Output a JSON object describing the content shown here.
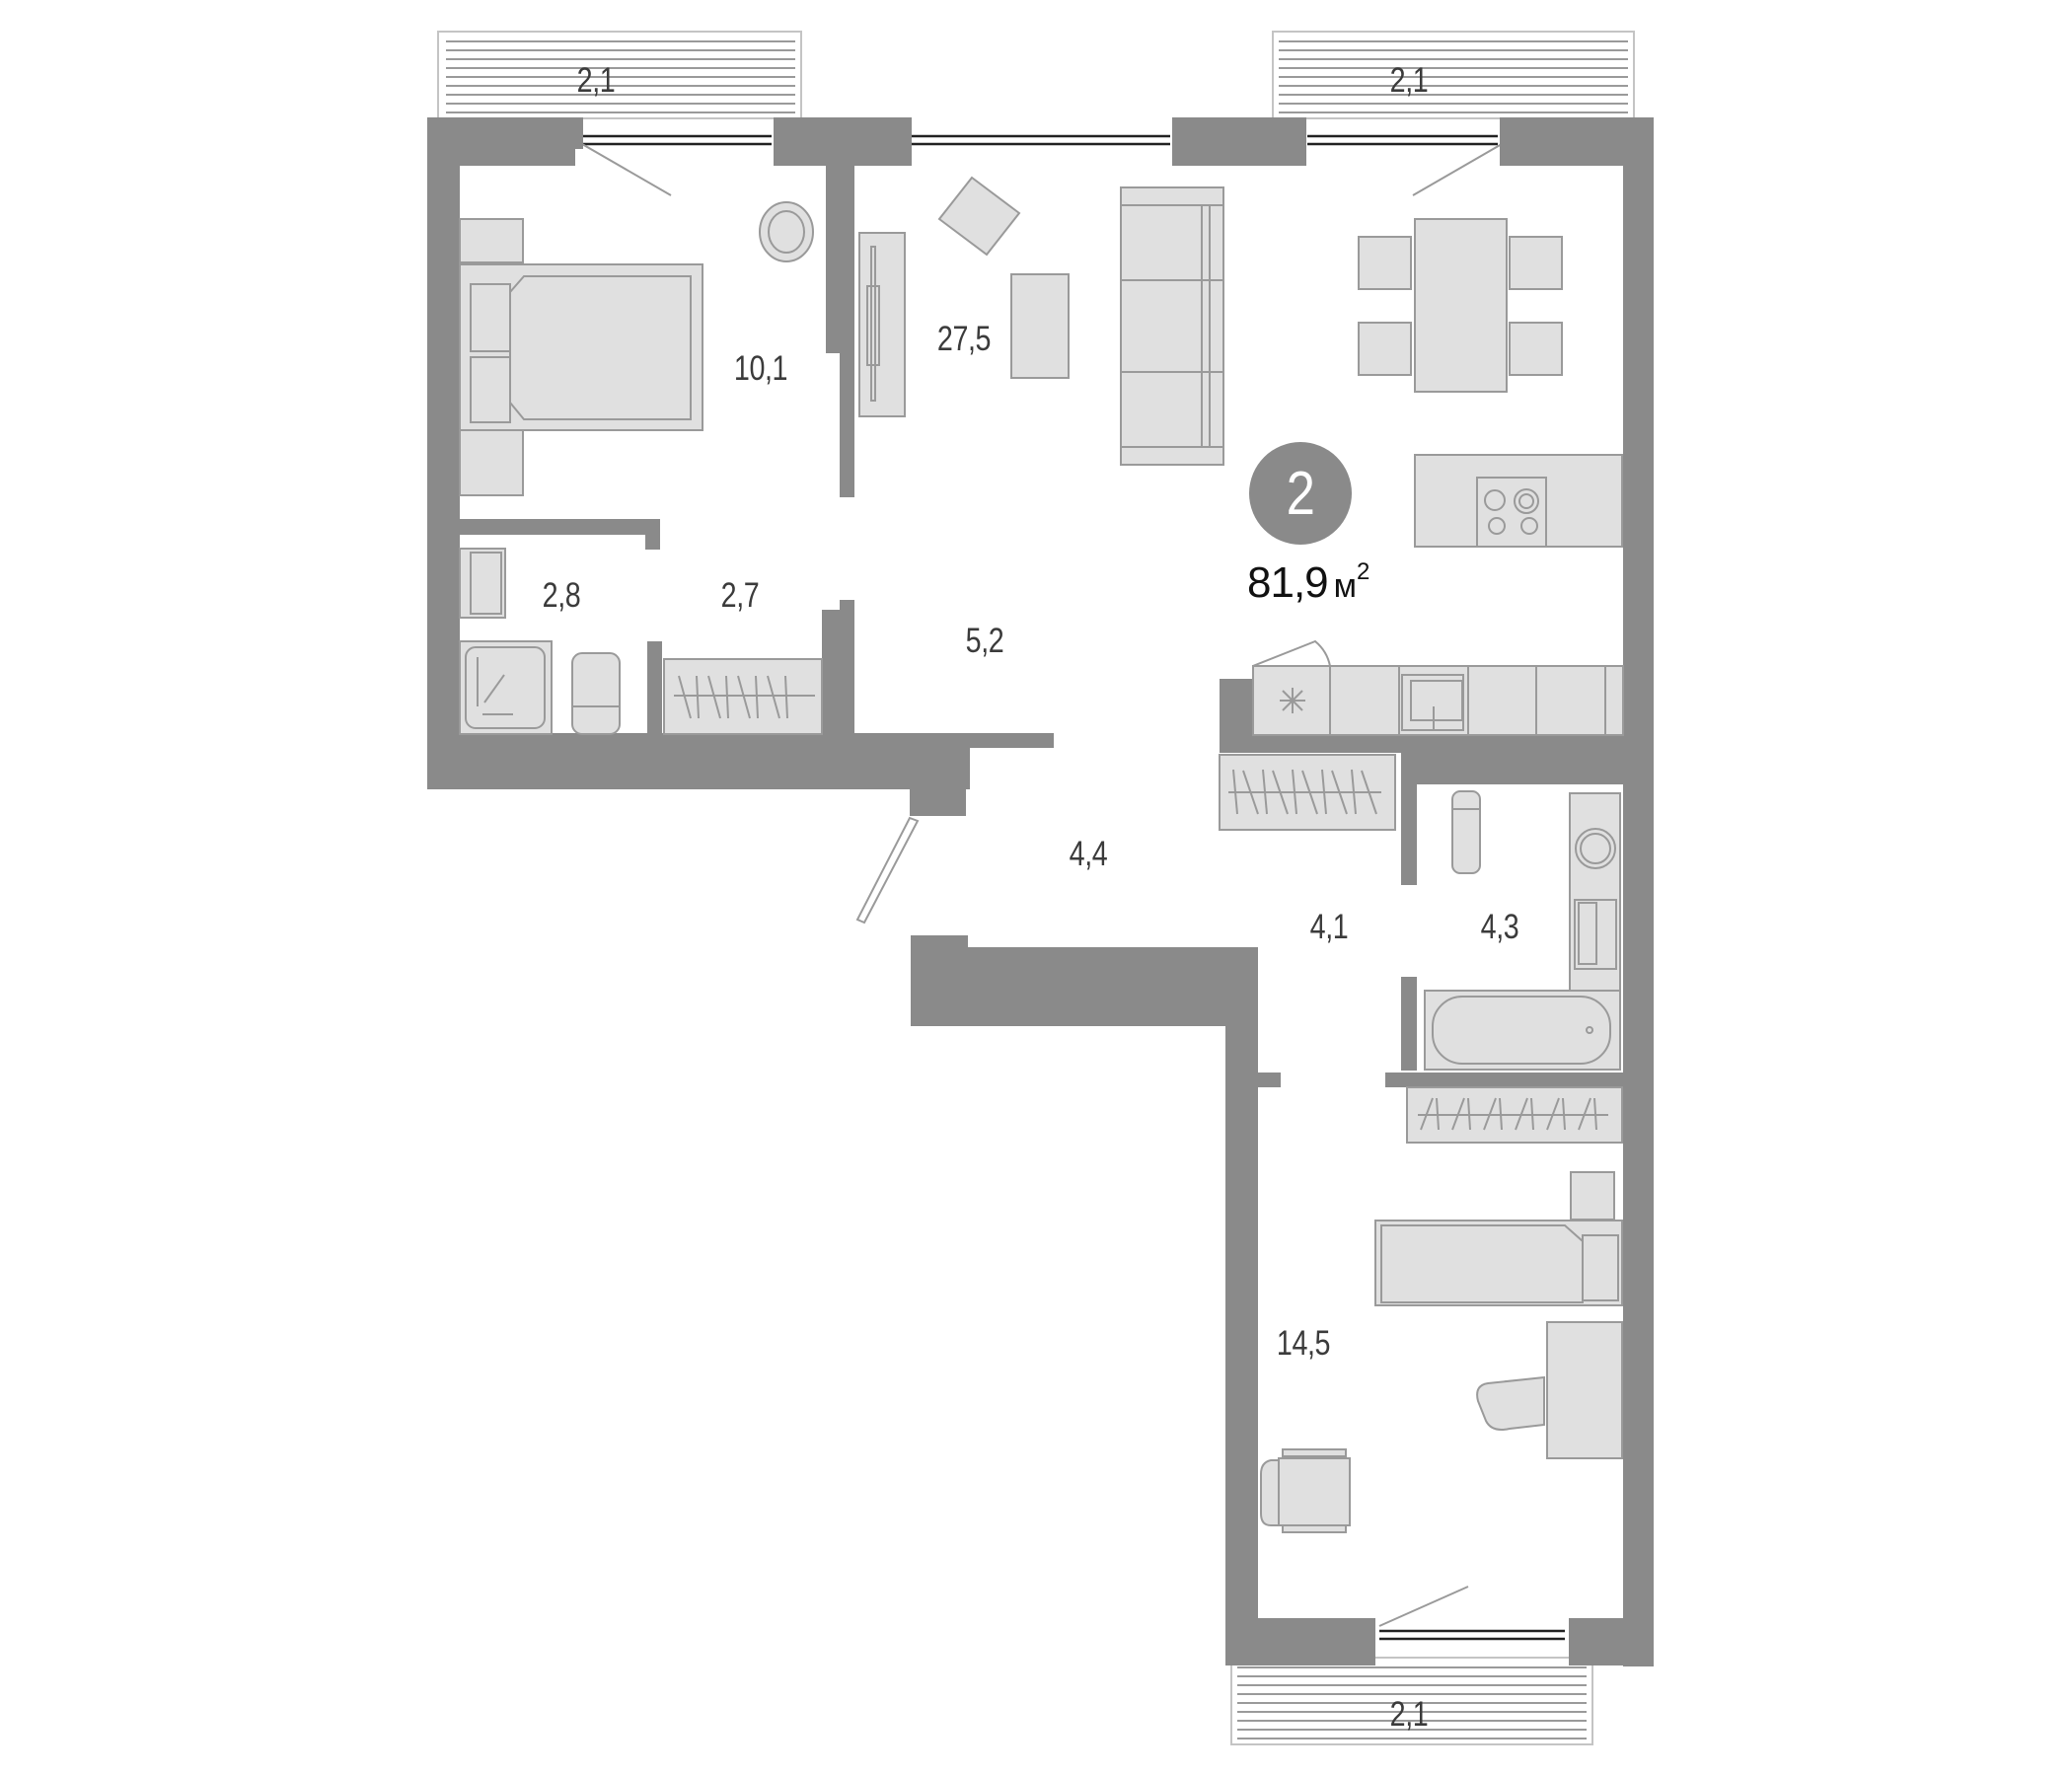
{
  "plan": {
    "rooms_count": "2",
    "total_area": "81,9",
    "total_area_unit": "м",
    "total_area_sup": "2",
    "colors": {
      "wall": "#8a8a8a",
      "furniture": "#e0e0e0",
      "furniture_stroke": "#9a9a9a",
      "label": "#3b3b3b",
      "badge": "#8a8a8a"
    },
    "balconies": [
      {
        "id": "balcony-top-left",
        "area": "2,1"
      },
      {
        "id": "balcony-top-right",
        "area": "2,1"
      },
      {
        "id": "balcony-bottom",
        "area": "2,1"
      }
    ],
    "rooms": [
      {
        "id": "bedroom-1",
        "area": "10,1"
      },
      {
        "id": "living-kitchen",
        "area": "27,5"
      },
      {
        "id": "bathroom-1",
        "area": "2,8"
      },
      {
        "id": "wardrobe",
        "area": "2,7"
      },
      {
        "id": "corridor-1",
        "area": "5,2"
      },
      {
        "id": "hallway",
        "area": "4,4"
      },
      {
        "id": "corridor-2",
        "area": "4,1"
      },
      {
        "id": "bathroom-2",
        "area": "4,3"
      },
      {
        "id": "bedroom-2",
        "area": "14,5"
      }
    ]
  }
}
